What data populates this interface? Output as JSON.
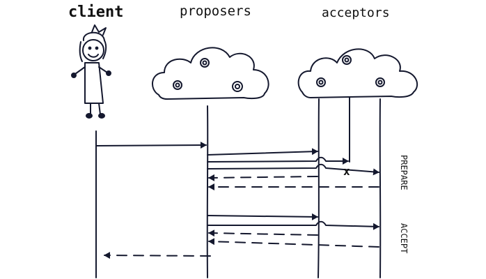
{
  "header": {
    "client_label": "client",
    "proposers_label": "proposers",
    "acceptors_label": "acceptors"
  },
  "phases": {
    "prepare_label": "PREPARE",
    "accept_label": "ACCEPT"
  },
  "markers": {
    "lost_message": "x"
  },
  "colors": {
    "ink": "#14182e",
    "paper": "#ffffff"
  }
}
